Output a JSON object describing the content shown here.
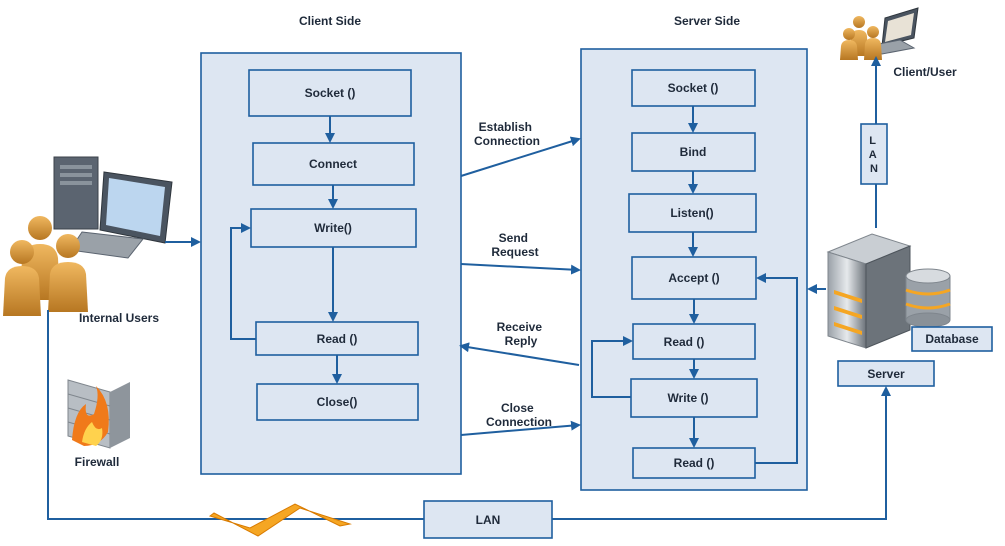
{
  "titles": {
    "client": "Client Side",
    "server": "Server Side"
  },
  "client_steps": {
    "socket": "Socket ()",
    "connect": "Connect",
    "write": "Write()",
    "read": "Read ()",
    "close": "Close()"
  },
  "server_steps": {
    "socket": "Socket ()",
    "bind": "Bind",
    "listen": "Listen()",
    "accept": "Accept ()",
    "read1": "Read ()",
    "write": "Write ()",
    "read2": "Read ()"
  },
  "messages": {
    "establish": [
      "Establish",
      "Connection"
    ],
    "send": [
      "Send",
      "Request"
    ],
    "receive": [
      "Receive",
      "Reply"
    ],
    "close": [
      "Close",
      "Connection"
    ]
  },
  "labels": {
    "internal_users": "Internal Users",
    "firewall": "Firewall",
    "client_user": "Client/User",
    "database": "Database",
    "server": "Server",
    "lan": "LAN",
    "lan_vertical": [
      "L",
      "A",
      "N"
    ]
  },
  "icons": [
    "desktop-computer-icon",
    "people-icon",
    "firewall-icon",
    "laptop-users-icon",
    "server-tower-icon",
    "database-icon",
    "lightning-bolt-icon"
  ],
  "colors": {
    "line": "#1f5f9f",
    "box_fill": "#dde6f2",
    "figure": "#d99a3b",
    "flame": "#f07a1a"
  }
}
